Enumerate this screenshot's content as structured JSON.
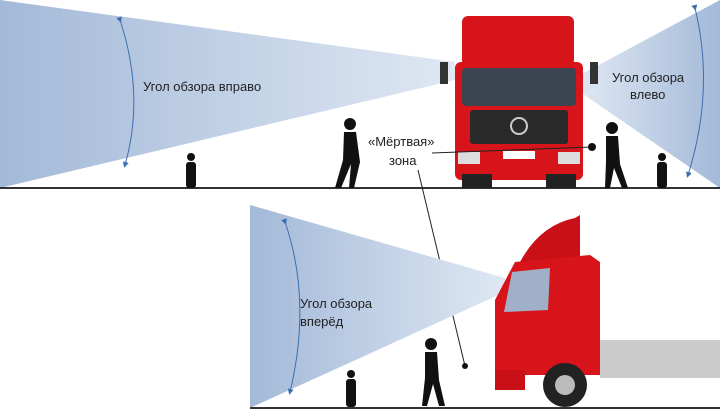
{
  "labels": {
    "right_view": "Угол обзора вправо",
    "left_view_line1": "Угол обзора",
    "left_view_line2": "влево",
    "blind_zone_line1": "«Мёртвая»",
    "blind_zone_line2": "зона",
    "forward_view_line1": "Угол обзора",
    "forward_view_line2": "вперёд"
  },
  "colors": {
    "cone": "#a9bfdc",
    "truck": "#d7141a",
    "arrow": "#3d6fb0",
    "silhouette": "#111111"
  }
}
